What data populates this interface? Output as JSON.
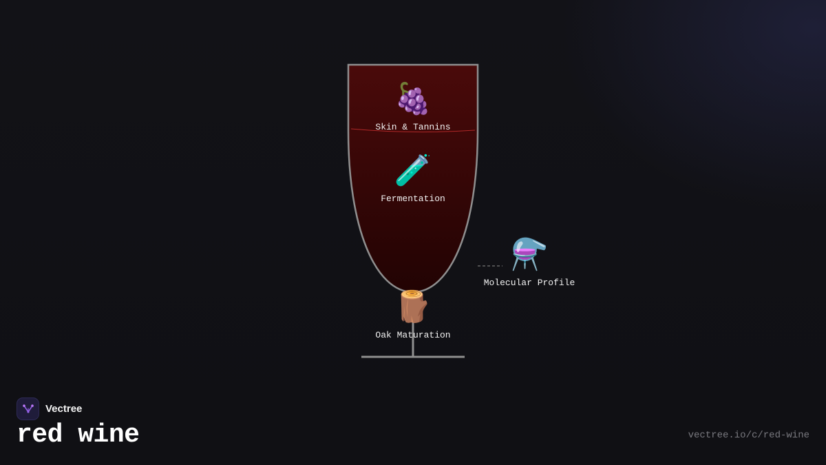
{
  "nodes": {
    "skin_tannins": {
      "icon": "🍇",
      "icon_name": "grapes-icon",
      "label": "Skin & Tannins"
    },
    "fermentation": {
      "icon": "🧪",
      "icon_name": "test-tube-icon",
      "label": "Fermentation"
    },
    "molecular_profile": {
      "icon": "⚗️",
      "icon_name": "alembic-icon",
      "label": "Molecular Profile"
    },
    "oak_maturation": {
      "icon": "🪵",
      "icon_name": "wood-log-icon",
      "label": "Oak Maturation"
    }
  },
  "brand": {
    "name": "Vectree"
  },
  "title": "red wine",
  "url": "vectree.io/c/red-wine",
  "colors": {
    "background": "#111116",
    "wine_top": "#4a0a0a",
    "wine_bottom": "#220303",
    "glass_outline": "#8f8f8f",
    "surface_line": "#b02828",
    "connector": "#777777"
  }
}
